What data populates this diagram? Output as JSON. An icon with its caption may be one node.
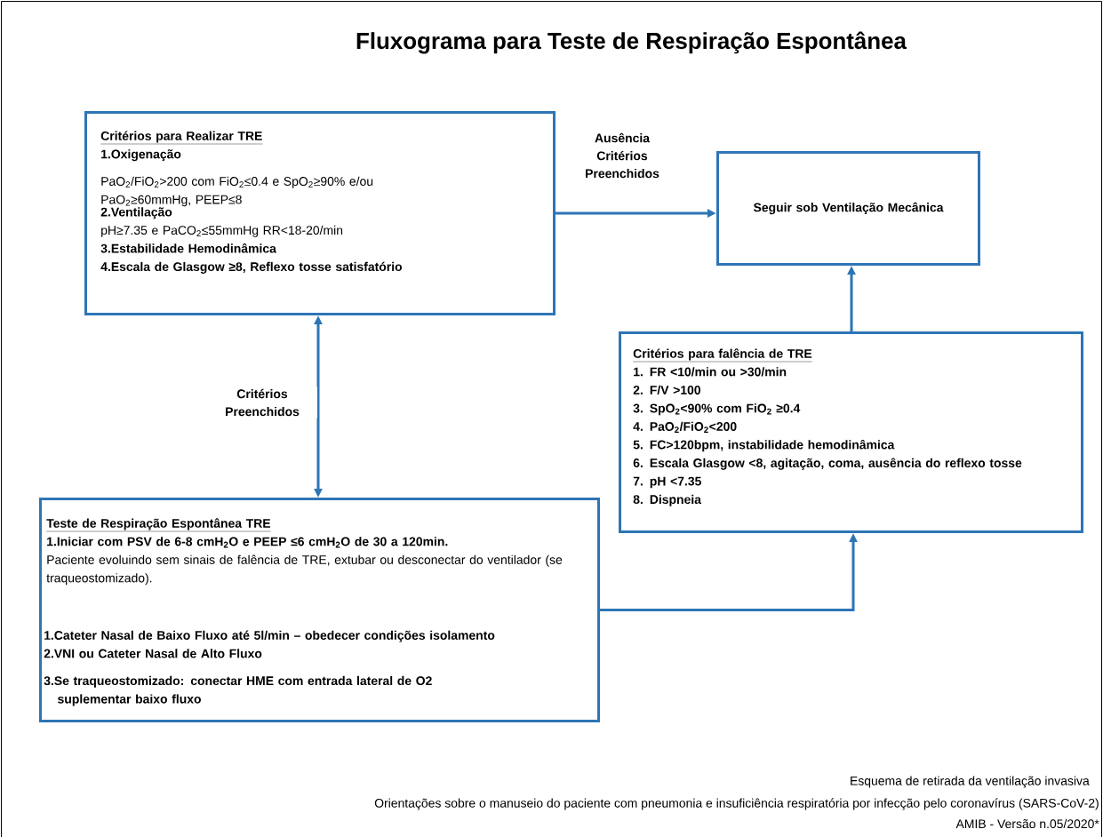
{
  "diagram": {
    "title": "Fluxograma para Teste de Respiração Espontânea",
    "nodes": [
      {
        "text": [
          "Critérios para Realizar TRE",
          "1.Oxigenação",
          "PaO$_{2}$/FiO$_{2}$>200 com FiO$_{2}$≤0.4 e SpO$_{2}$≥90% e/ou PaO$_{2}$≥60mmHg, PEEP≤8",
          "2.Ventilação",
          "pH≥7.35 e PaCO$_{2}$≤55mmHg  RR<18-20/min",
          "3.Estabilidade Hemodinâmica",
          "4.Escala de Glasgow ≥8, Reflexo tosse satisfatório"
        ]
      },
      {
        "text": [
          "Seguir sob Ventilação Mecânica"
        ]
      },
      {
        "text": [
          "Critérios para falência de TRE",
          "1. FR <10/min ou >30/min",
          "2. F/V >100",
          "3. SpO$_{2}$<90% com FiO$_{2}$ ≥0.4",
          "4. PaO$_{2}$/FiO$_{2}$<200",
          "5. FC>120bpm, instabilidade hemodinâmica",
          "6. Escala Glasgow <8, agitação, coma, ausência do reflexo tosse",
          "7. pH <7.35",
          "8. Dispneia"
        ]
      },
      {
        "text": [
          "Teste de Respiração Espontânea TRE",
          "1.Iniciar com PSV de 6-8 cmH$_{2}$O e PEEP ≤6 cmH$_{2}$O de 30 a 120min.",
          "Paciente evoluindo sem sinais de falência de TRE, extubar ou desconectar do ventilador (se traqueostomizado).",
          "1.Cateter Nasal de Baixo Fluxo até 5l/min – obedecer condições isolamento",
          "2.VNI ou Cateter Nasal de Alto Fluxo",
          "3.Se traqueostomizado: conectar HME com entrada lateral de O2 suplementar baixo fluxo"
        ]
      }
    ],
    "edges": [
      {
        "from": 0,
        "to": 1,
        "arrow": "to",
        "label": "Ausência Critérios Preenchidos"
      },
      {
        "from": 0,
        "to": 3,
        "arrow": "both",
        "label": "Critérios Preenchidos"
      },
      {
        "from": 3,
        "to": 2,
        "arrow": "to"
      },
      {
        "from": 2,
        "to": 1,
        "arrow": "to"
      }
    ],
    "labels": [
      "Esquema de retirada da ventilação invasiva",
      "Orientações sobre o manuseio do paciente com pneumonia e insuficiência respiratória por infecção pelo coronavírus (SARS-CoV-2)",
      "AMIB - Versão n.05/2020*"
    ]
  }
}
